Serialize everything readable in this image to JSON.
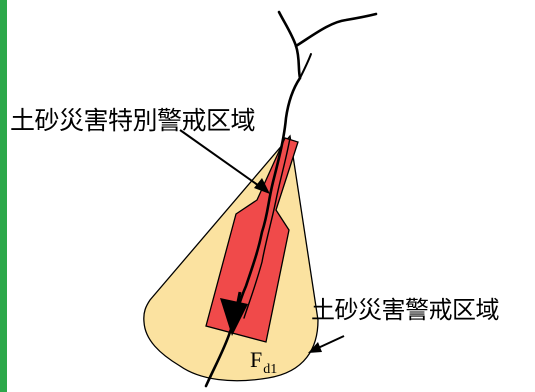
{
  "labels": {
    "special_warning_zone": "土砂災害特別警戒区域",
    "warning_zone": "土砂災害警戒区域",
    "force_main": "F",
    "force_sub": "d1"
  },
  "colors": {
    "side_bar": "#2ca84a",
    "warning_zone_fill": "#fbe2a0",
    "special_zone_fill": "#f04a4a",
    "outline": "#000000"
  },
  "icons": {
    "force_arrow": "arrow-down-icon"
  }
}
